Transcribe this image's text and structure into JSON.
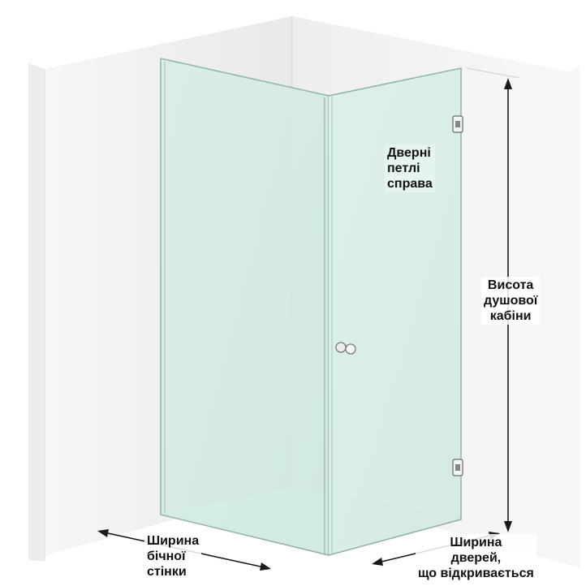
{
  "labels": {
    "door_hinges": [
      "Дверні",
      "петлі",
      "справа"
    ],
    "cabin_height": [
      "Висота",
      "душової",
      "кабіни"
    ],
    "side_width": [
      "Ширина",
      "бічної",
      "стінки"
    ],
    "door_width": [
      "Ширина",
      "дверей,",
      "що відкривається"
    ]
  },
  "colors": {
    "wall": "#f2f2f2",
    "wall_shadow": "#e6e6e6",
    "glass": "#d9efe7",
    "glass_edge": "#9fbfb4",
    "floor_tray": "#eaf5f0",
    "arrow": "#1a1a1a"
  },
  "icons": [
    "hinge-icon",
    "door-knob-icon",
    "dimension-arrow-icon"
  ]
}
